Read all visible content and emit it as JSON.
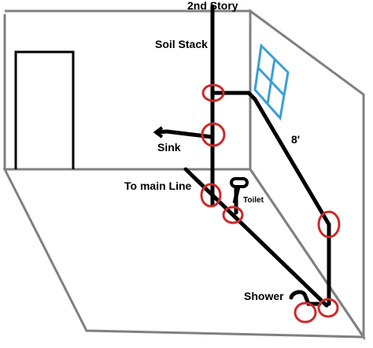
{
  "labels": {
    "second_story": "2nd Story",
    "soil_stack": "Soil Stack",
    "sink": "Sink",
    "to_main_line": "To main Line",
    "toilet": "Toilet",
    "distance": "8'",
    "shower": "Shower"
  },
  "colors": {
    "wall": "#808080",
    "pipe": "#000000",
    "marker": "#cc2a2a",
    "window": "#3a9fd6",
    "background": "#ffffff"
  },
  "icons": {
    "window": "window-icon",
    "toilet": "toilet-icon",
    "shower_drain": "shower-drain-icon",
    "door": "door-icon"
  }
}
